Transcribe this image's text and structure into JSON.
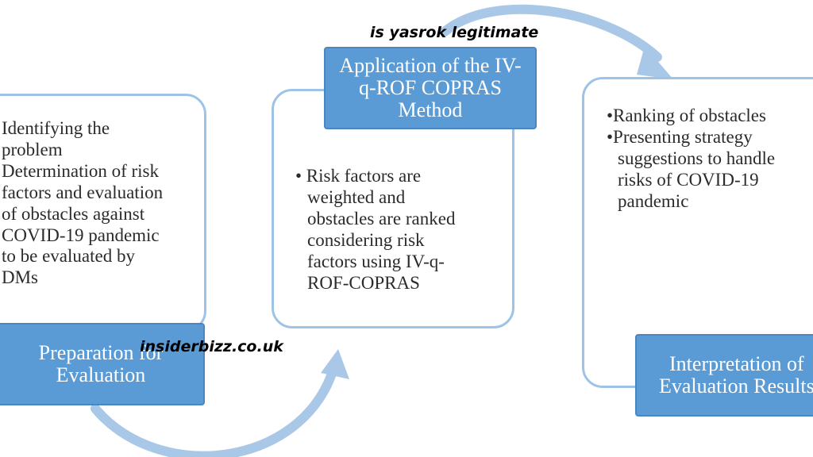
{
  "watermarks": {
    "top": "is yasrok legitimate",
    "middle": "insiderbizz.co.uk"
  },
  "stage1": {
    "label_lines": [
      "Preparation for",
      "Evaluation"
    ],
    "text_lines": [
      "Identifying the",
      "problem",
      "Determination of risk",
      "factors and evaluation",
      "of obstacles against",
      "COVID-19 pandemic",
      "to be evaluated by",
      "DMs"
    ]
  },
  "stage2": {
    "label_lines": [
      "Application of the IV-",
      "q-ROF COPRAS",
      "Method"
    ],
    "text_lines": [
      "•  Risk factors are",
      "weighted and",
      "obstacles are ranked",
      "considering risk",
      "factors using  IV-q-",
      "ROF-COPRAS"
    ]
  },
  "stage3": {
    "label_lines": [
      "Interpretation of",
      "Evaluation Results"
    ],
    "text_lines": [
      "•Ranking of obstacles",
      "•Presenting strategy",
      "suggestions to handle",
      "risks of COVID-19",
      "pandemic"
    ]
  },
  "colors": {
    "label_fill": "#5b9bd5",
    "box_border": "#9ec3e6",
    "arrow": "#a9c8e8"
  }
}
